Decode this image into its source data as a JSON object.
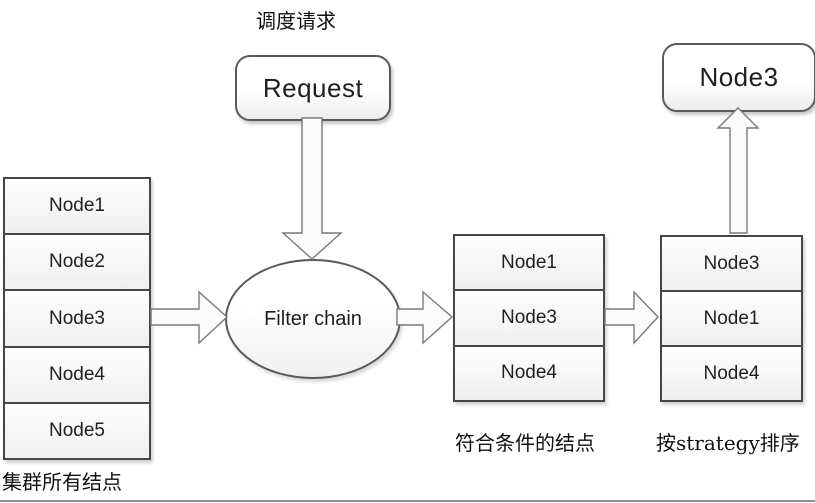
{
  "captions": {
    "request": "调度请求",
    "cluster": "集群所有结点",
    "filtered": "符合条件的结点",
    "sorted": "按strategy排序"
  },
  "request_box": {
    "label": "Request"
  },
  "filter_ellipse": {
    "label": "Filter chain"
  },
  "result_box": {
    "label": "Node3"
  },
  "cluster_stack": {
    "nodes": [
      "Node1",
      "Node2",
      "Node3",
      "Node4",
      "Node5"
    ]
  },
  "filtered_stack": {
    "nodes": [
      "Node1",
      "Node3",
      "Node4"
    ]
  },
  "sorted_stack": {
    "nodes": [
      "Node3",
      "Node1",
      "Node4"
    ]
  },
  "icons": {
    "arrow_request_to_filter": "down-block-arrow",
    "arrow_cluster_to_filter": "right-block-arrow",
    "arrow_filter_to_filtered": "right-block-arrow",
    "arrow_filtered_to_sorted": "right-block-arrow",
    "arrow_sorted_to_result": "up-block-arrow"
  },
  "colors": {
    "background": "#ffffff",
    "stack_border": "#464646",
    "shape_border": "#5a5a5a",
    "arrow_border": "#7a7a7a",
    "shape_fill_top": "#ffffff",
    "shape_fill_bottom": "#efefef",
    "text": "#1f1f1f"
  }
}
